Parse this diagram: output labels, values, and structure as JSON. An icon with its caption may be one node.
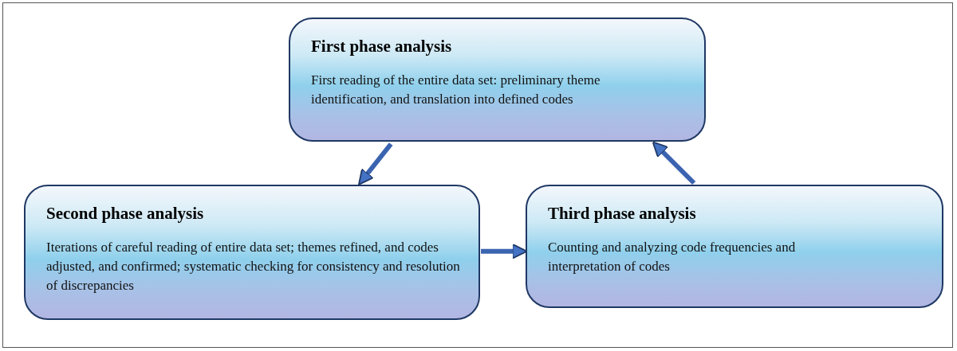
{
  "diagram": {
    "nodes": [
      {
        "text": [
          "First phase analysis",
          "First reading of the entire data set: preliminary theme identification, and translation into defined codes"
        ]
      },
      {
        "text": [
          "Second phase analysis",
          "Iterations of careful reading of entire data set; themes refined, and codes adjusted, and confirmed; systematic checking for consistency and resolution of discrepancies"
        ]
      },
      {
        "text": [
          "Third phase analysis",
          "Counting and analyzing code frequencies and interpretation of codes"
        ]
      }
    ],
    "edges": [
      {
        "from": 0,
        "to": 1,
        "arrow": "to"
      },
      {
        "from": 1,
        "to": 2,
        "arrow": "to"
      },
      {
        "from": 2,
        "to": 0,
        "arrow": "to"
      }
    ]
  }
}
